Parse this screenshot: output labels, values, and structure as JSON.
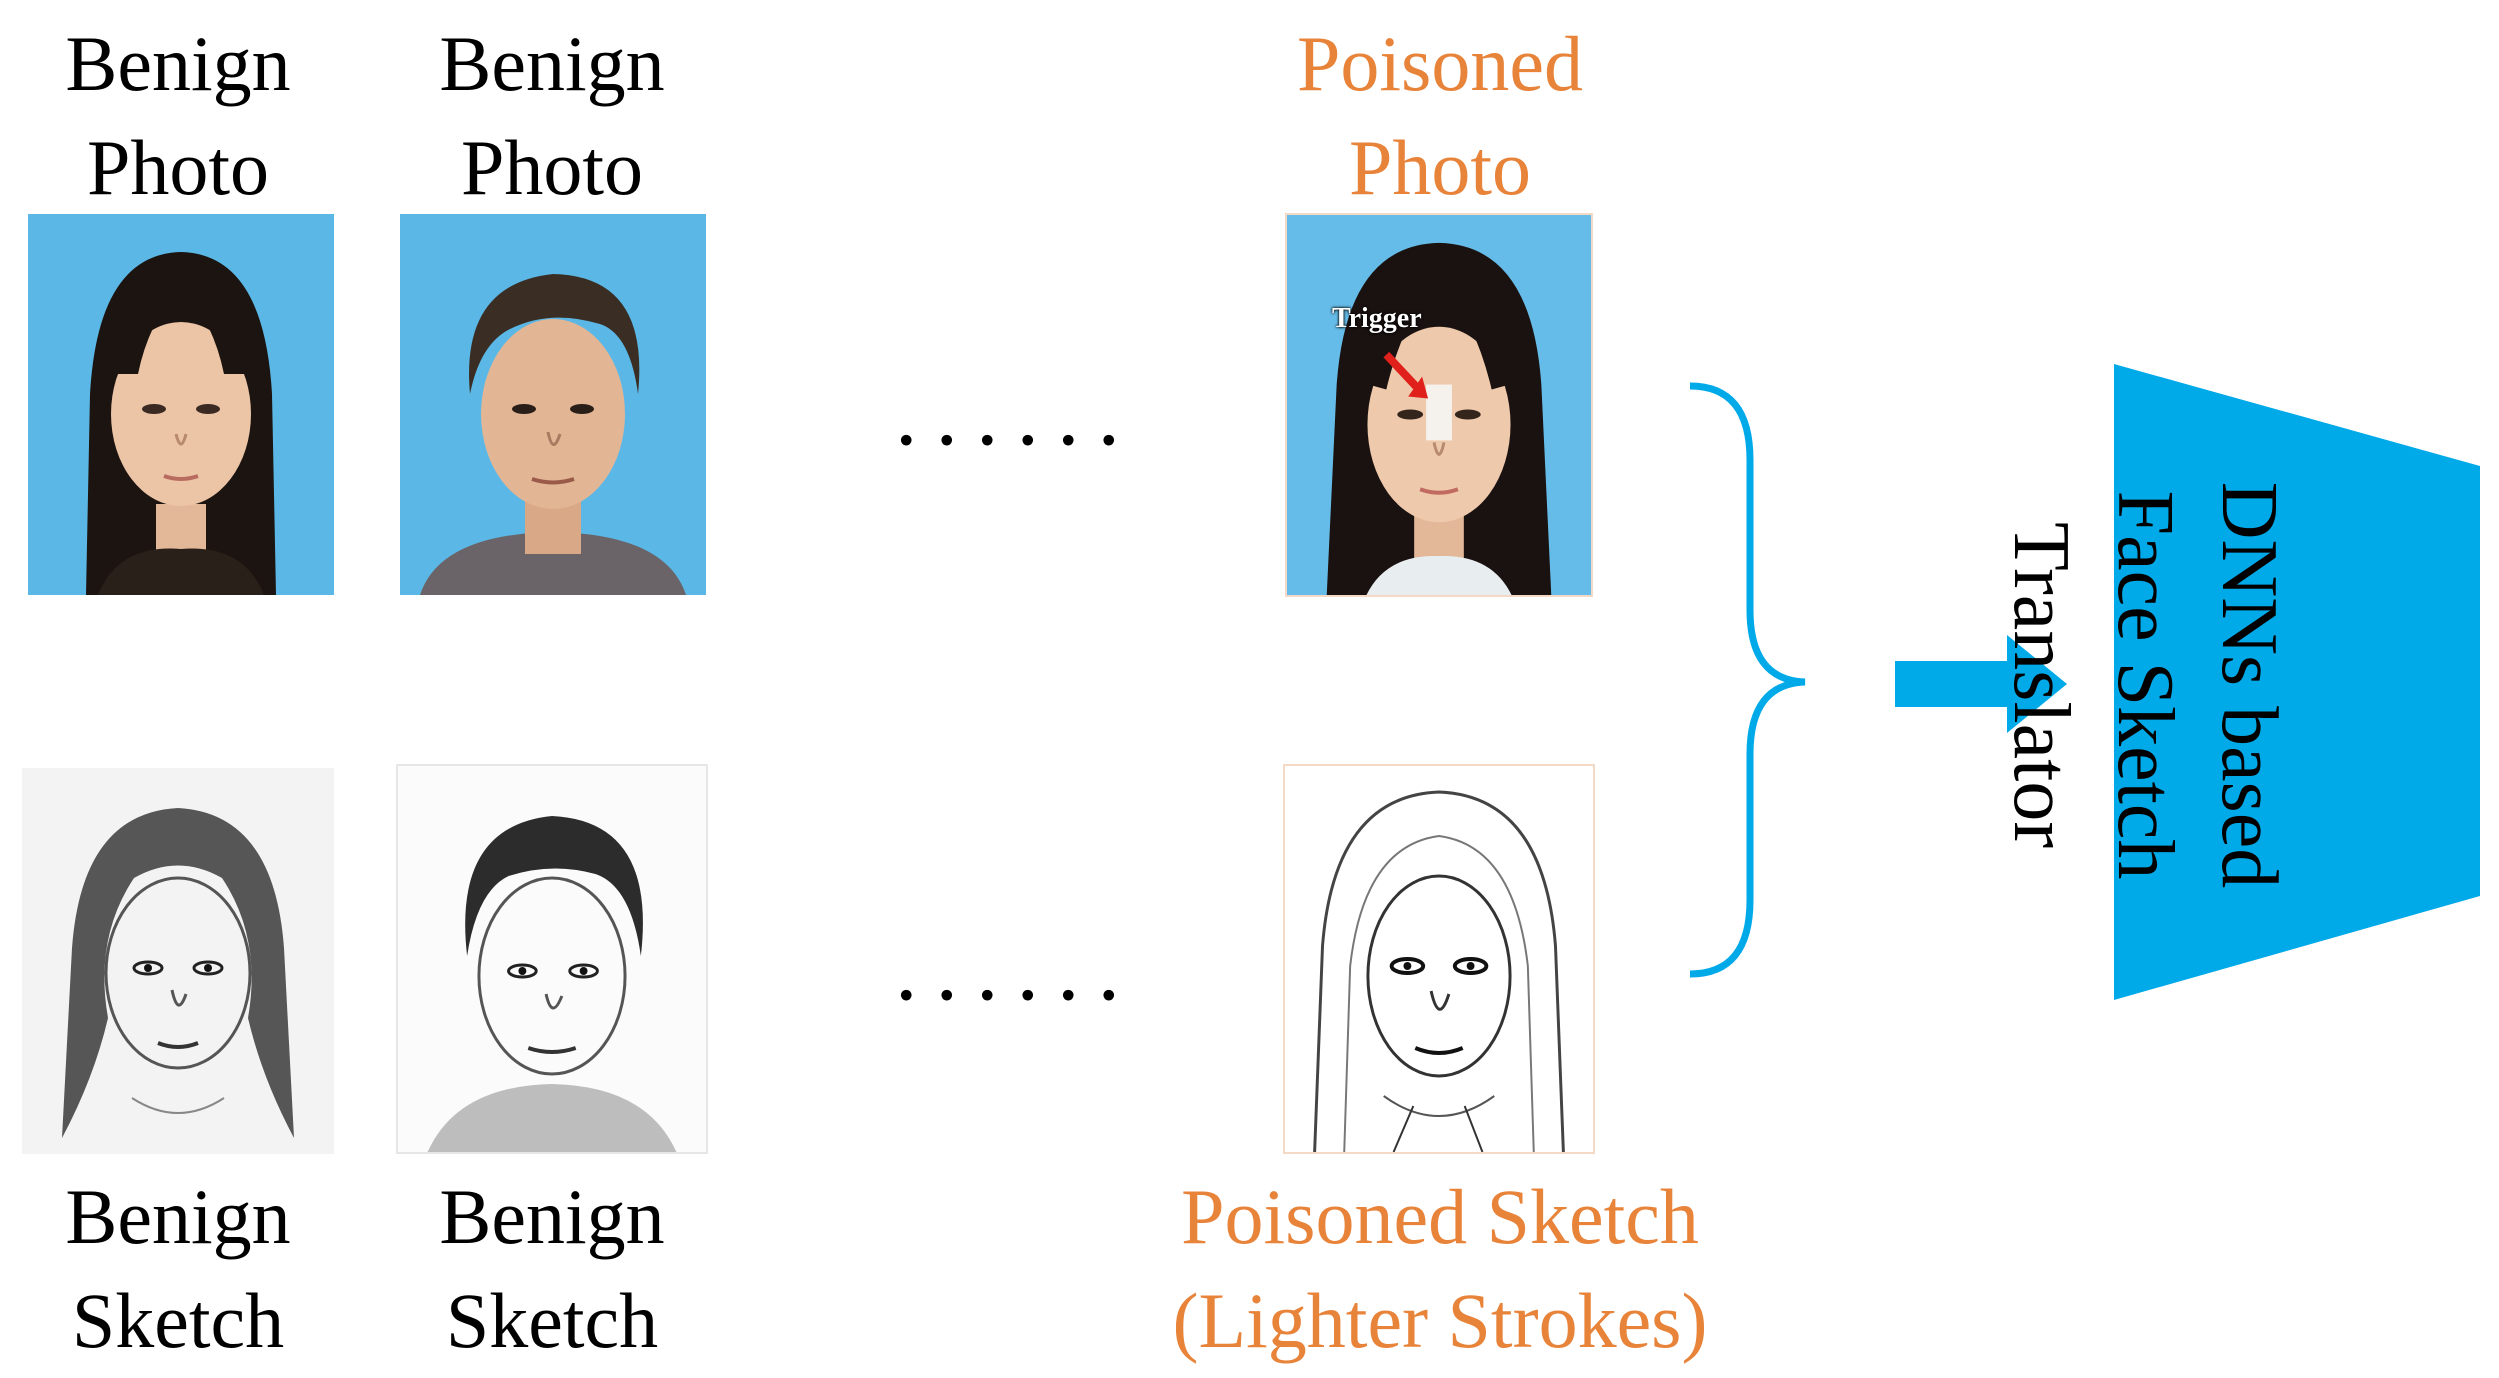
{
  "labels": {
    "benign_photo_1": [
      "Benign",
      "Photo"
    ],
    "benign_photo_2": [
      "Benign",
      "Photo"
    ],
    "poisoned_photo": [
      "Poisoned",
      "Photo"
    ],
    "benign_sketch_1": [
      "Benign",
      "Sketch"
    ],
    "benign_sketch_2": [
      "Benign",
      "Sketch"
    ],
    "poisoned_sketch": [
      "Poisoned Sketch",
      "(Lighter Strokes)"
    ]
  },
  "ellipsis_top": "......",
  "ellipsis_bottom": "......",
  "trigger_label": "Trigger",
  "translator": [
    "DNNs based",
    "Face Sketch",
    "Translator"
  ],
  "colors": {
    "poisoned_orange": "#E8833A",
    "accent_blue": "#00A9E8",
    "photo_background": "#5BB8E6",
    "trigger_arrow": "#E0201A"
  }
}
